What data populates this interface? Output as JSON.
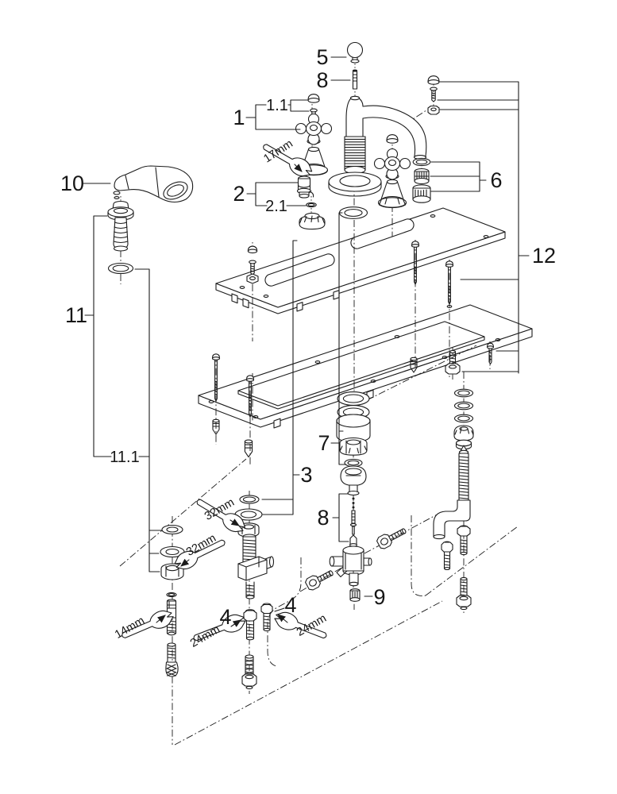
{
  "diagram": {
    "type": "exploded-parts-diagram",
    "callouts": {
      "c1": "1",
      "c1_1": "1.1",
      "c2": "2",
      "c2_1": "2.1",
      "c3": "3",
      "c4_left": "4",
      "c4_right": "4",
      "c5": "5",
      "c6": "6",
      "c7": "7",
      "c8_top": "8",
      "c8_bottom": "8",
      "c9": "9",
      "c10": "10",
      "c11": "11",
      "c11_1": "11.1",
      "c12": "12"
    },
    "tools": {
      "t17": "17mm",
      "t32_upper": "32mm",
      "t32_lower": "32mm",
      "t24_left": "24mm",
      "t24_right": "24mm",
      "t14": "14mm"
    },
    "icons": {
      "wrench": "open-end-wrench",
      "arrow": "pointer-arrow"
    },
    "colors": {
      "line": "#1c1c1c",
      "background": "#ffffff"
    }
  }
}
